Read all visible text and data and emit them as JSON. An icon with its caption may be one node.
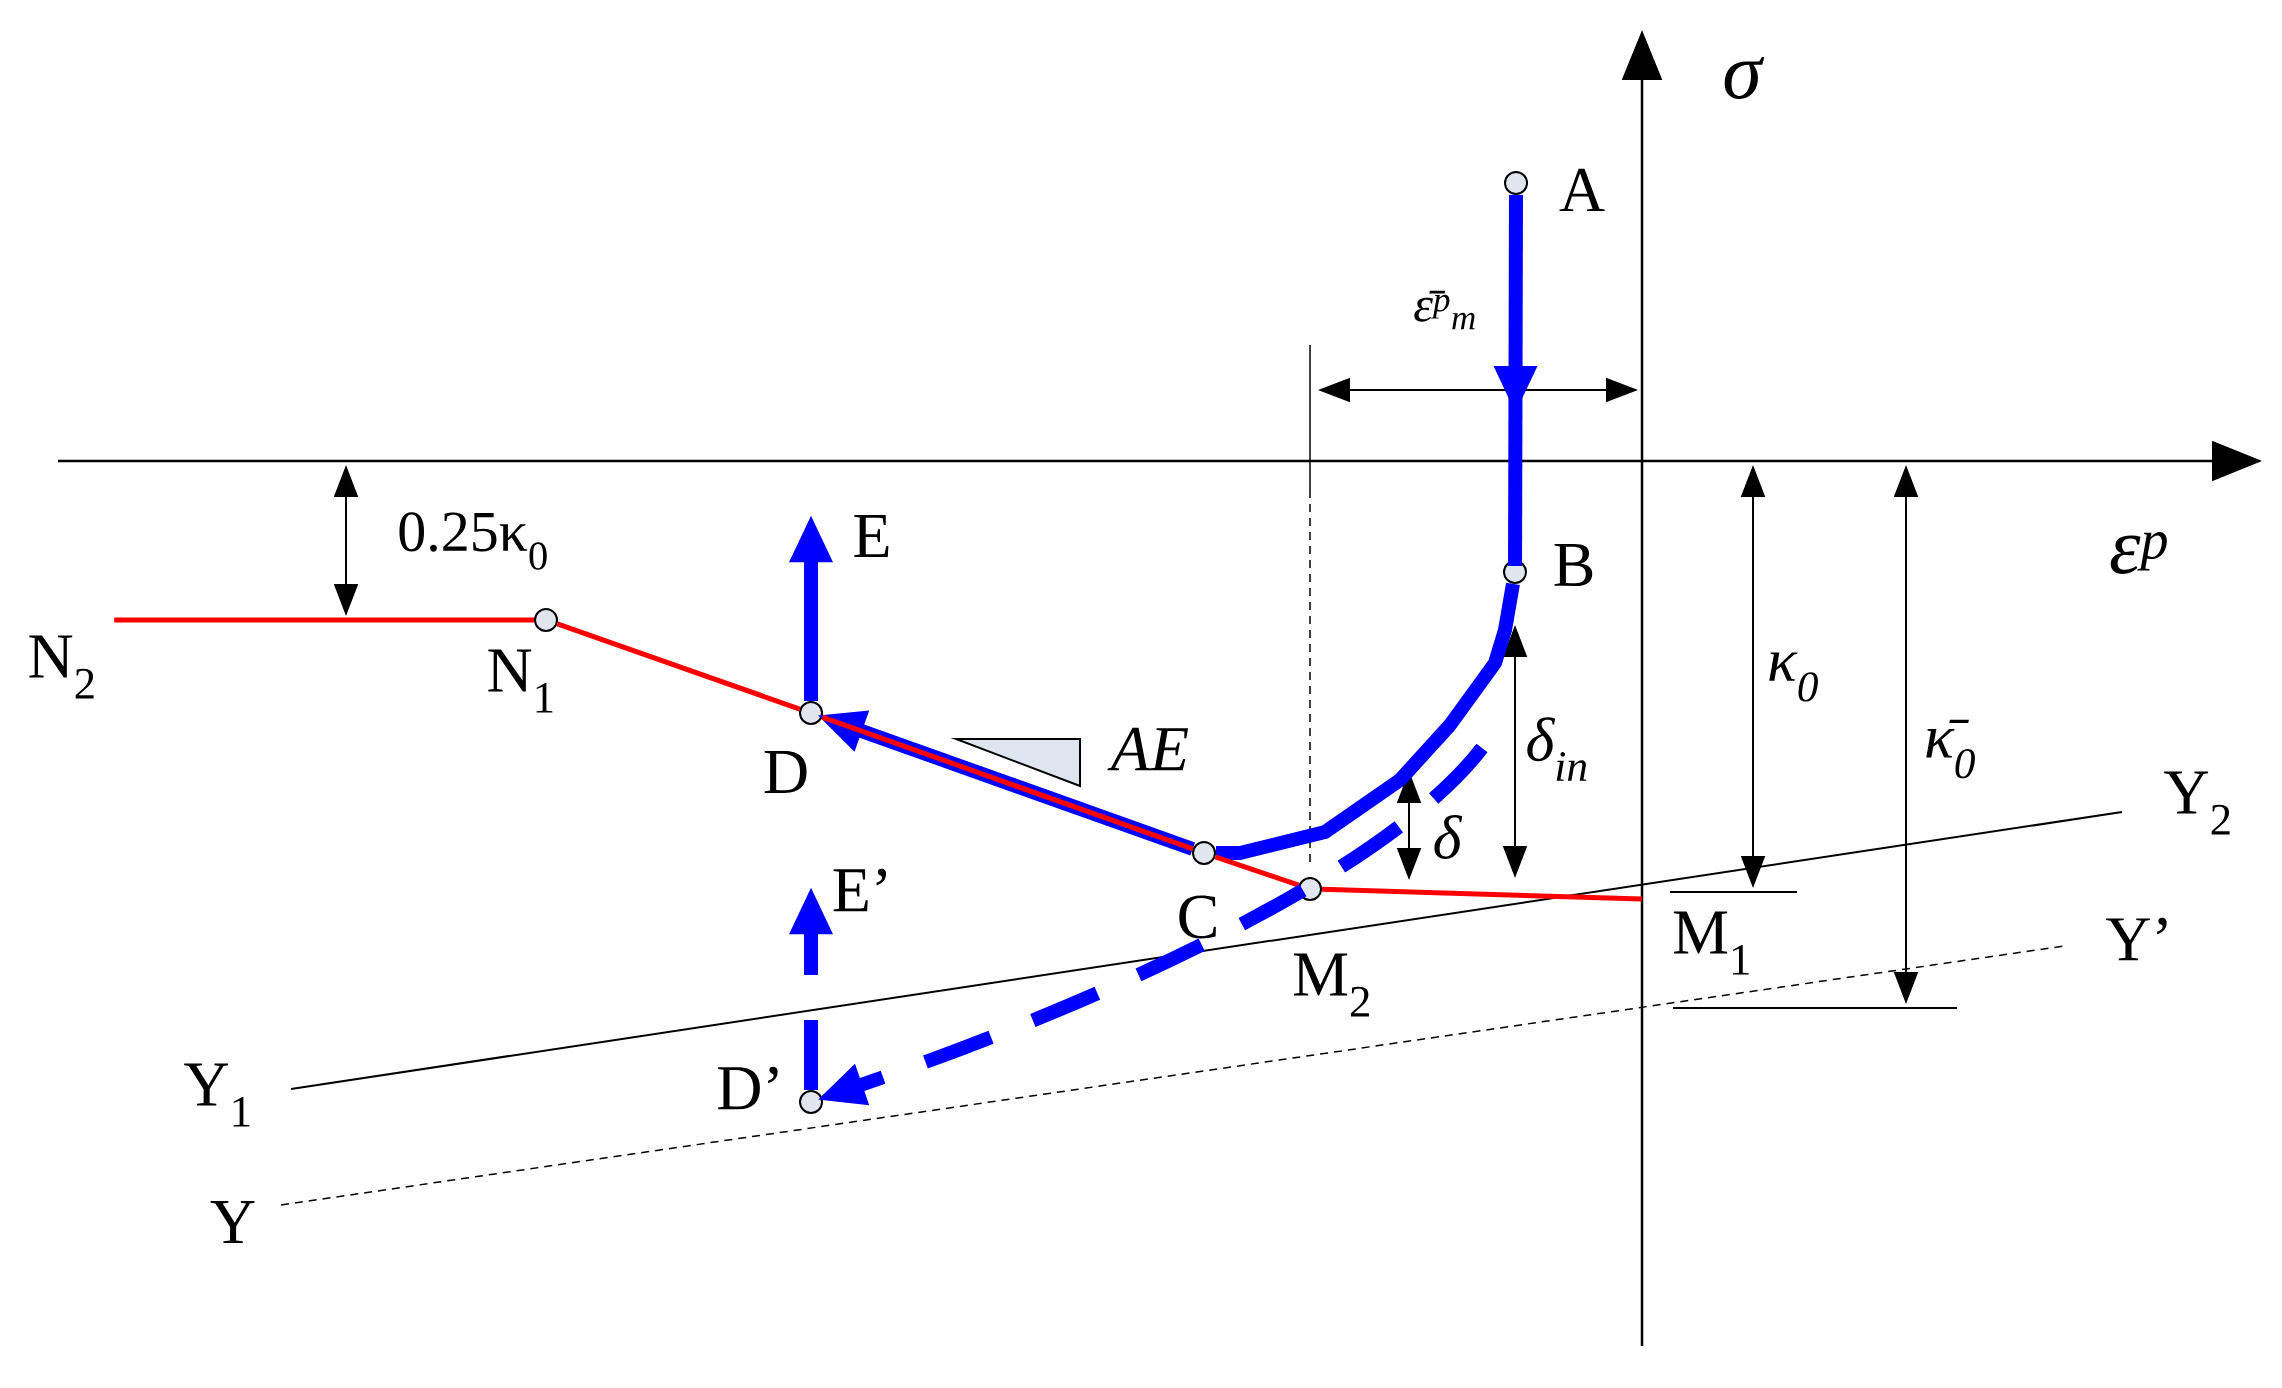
{
  "diagram": {
    "nodes": [
      {
        "text": [
          "A"
        ]
      },
      {
        "text": [
          "B"
        ]
      },
      {
        "text": [
          "C"
        ]
      },
      {
        "text": [
          "D"
        ]
      },
      {
        "text": [
          "E"
        ]
      },
      {
        "text": [
          "N$_{1}$"
        ]
      },
      {
        "text": [
          "N$_{2}$"
        ]
      },
      {
        "text": [
          "M$_{2}$"
        ]
      },
      {
        "text": [
          "M$_{1}$"
        ]
      },
      {
        "text": [
          "E’"
        ]
      },
      {
        "text": [
          "D’"
        ]
      },
      {
        "text": [],
        "shape": "triangle",
        "beside": [
          "AE"
        ]
      }
    ],
    "edges": [
      {
        "from": 0,
        "to": 1,
        "arrow": "to",
        "color": "#0000ff"
      },
      {
        "from": 1,
        "to": 2,
        "arrow": "none",
        "color": "#0000ff"
      },
      {
        "from": 2,
        "to": 3,
        "arrow": "to",
        "color": "#0000ff"
      },
      {
        "from": 3,
        "to": 4,
        "arrow": "to",
        "color": "#0000ff"
      },
      {
        "from": 6,
        "to": 5,
        "arrow": "none",
        "color": "#ff0000"
      },
      {
        "from": 5,
        "to": 3,
        "arrow": "none",
        "color": "#ff0000"
      },
      {
        "from": 3,
        "to": 2,
        "arrow": "none",
        "color": "#ff0000"
      },
      {
        "from": 2,
        "to": 7,
        "arrow": "none",
        "color": "#ff0000"
      },
      {
        "from": 7,
        "to": 8,
        "arrow": "none",
        "color": "#ff0000"
      },
      {
        "from": null,
        "to": 10,
        "arrow": "to",
        "style": "dashed",
        "color": "#0000ff"
      },
      {
        "from": 10,
        "to": 9,
        "arrow": "to",
        "style": "dashed",
        "color": "#0000ff"
      }
    ],
    "labels": [
      "σ",
      "ε̄$^{p}$$_{m}$",
      "ε$^{p}$",
      "0.25κ$_{0}$",
      "κ$_{0}$",
      "δ$_{in}$",
      "κ̄$_{0}$",
      "Y$_{2}$",
      "δ",
      "Y’",
      "Y$_{1}$",
      "Y"
    ]
  }
}
